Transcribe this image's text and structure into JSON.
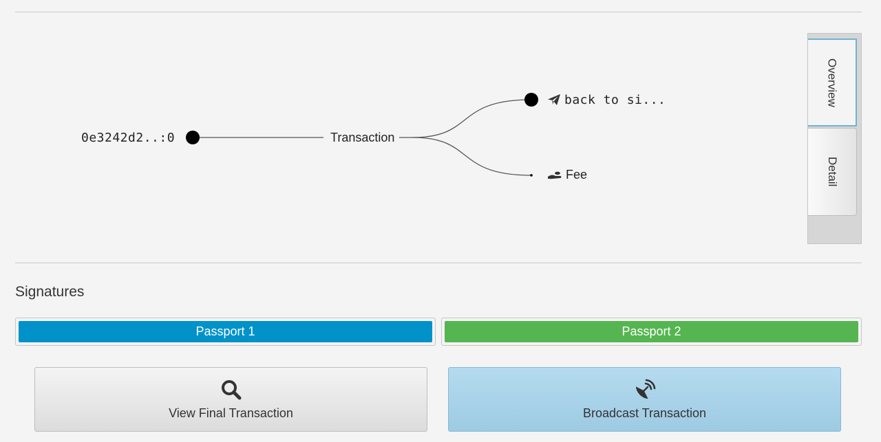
{
  "diagram": {
    "input_label": "0e3242d2..:0",
    "tx_label": "Transaction",
    "outputs": [
      {
        "label": "back to si...",
        "icon": "paper-plane-icon"
      },
      {
        "label": "Fee",
        "icon": "hand-coin-icon"
      }
    ]
  },
  "tabs": [
    {
      "label": "Overview",
      "active": true
    },
    {
      "label": "Detail",
      "active": false
    }
  ],
  "signatures": {
    "title": "Signatures",
    "passports": [
      {
        "label": "Passport 1",
        "color": "#0092c8"
      },
      {
        "label": "Passport 2",
        "color": "#55b551"
      }
    ]
  },
  "actions": {
    "view": {
      "label": "View Final Transaction",
      "icon": "search-icon"
    },
    "broadcast": {
      "label": "Broadcast Transaction",
      "icon": "satellite-dish-icon"
    }
  }
}
